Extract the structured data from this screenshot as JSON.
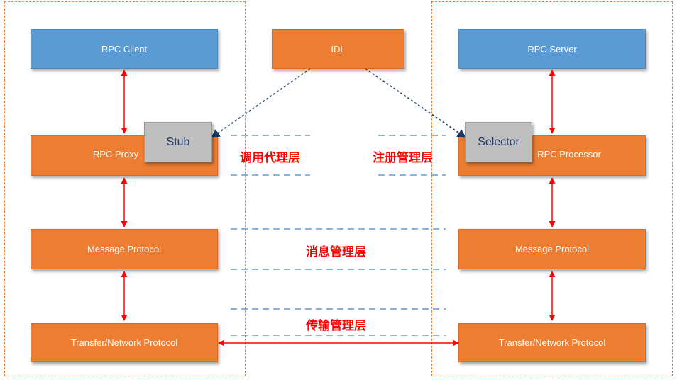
{
  "diagram": {
    "client_side": {
      "rpc_client": "RPC Client",
      "rpc_proxy": "RPC Proxy",
      "stub": "Stub",
      "message_protocol": "Message Protocol",
      "transfer_protocol": "Transfer/Network Protocol"
    },
    "idl": "IDL",
    "server_side": {
      "rpc_server": "RPC Server",
      "rpc_processor": "RPC Processor",
      "selector": "Selector",
      "message_protocol": "Message Protocol",
      "transfer_protocol": "Transfer/Network Protocol"
    },
    "layers": {
      "invoke_proxy": "调用代理层",
      "registry": "注册管理层",
      "message": "消息管理层",
      "transport": "传输管理层"
    },
    "colors": {
      "blue_box": "#5B9BD5",
      "orange_box": "#ED7D31",
      "gray_box": "#BFBFBF",
      "red_arrow": "#FF0000",
      "navy_arrow": "#1F3864",
      "dashed_line": "#5B9BD5",
      "group_border": "#ED7D31",
      "label_text": "#FF0000"
    }
  }
}
